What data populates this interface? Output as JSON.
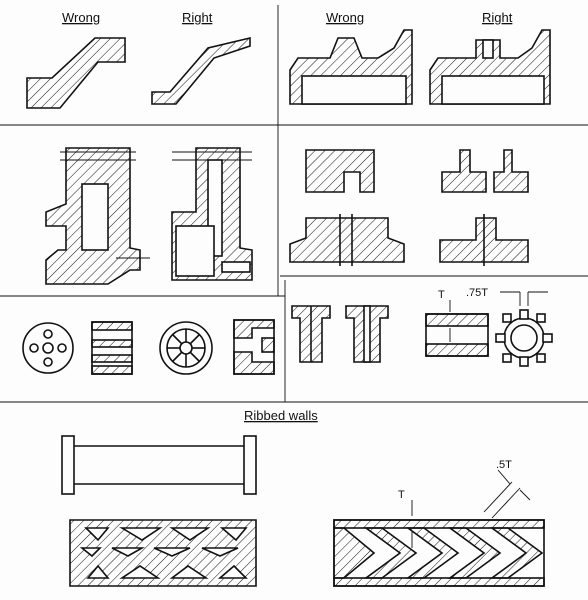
{
  "labels": {
    "wrong_1": "Wrong",
    "right_1": "Right",
    "wrong_2": "Wrong",
    "right_2": "Right",
    "ribbed_walls": "Ribbed walls"
  },
  "dimensions": {
    "thickness_top": "T",
    "ring_gap": ".75T",
    "thickness_bottom": "T",
    "rib_width": ".5T"
  },
  "colors": {
    "ink": "#111111",
    "paper": "#fdfdfd"
  }
}
